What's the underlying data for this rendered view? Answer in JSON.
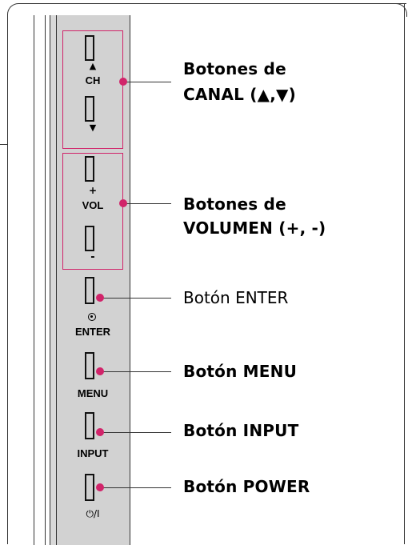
{
  "callouts": {
    "channel": {
      "line1": "Botones de",
      "line2": "CANAL (▲,▼)"
    },
    "volume": {
      "line1": "Botones de",
      "line2": "VOLUMEN (+, -)"
    },
    "enter": "Botón ENTER",
    "menu": "Botón MENU",
    "input": "Botón INPUT",
    "power": "Botón POWER"
  },
  "panel": {
    "channel_up_arrow": "▲",
    "channel_label": "CH",
    "channel_down_arrow": "▼",
    "volume_plus": "+",
    "volume_label": "VOL",
    "volume_minus": "-",
    "enter_label": "ENTER",
    "menu_label": "MENU",
    "input_label": "INPUT",
    "power_label": "⏻/I"
  },
  "colors": {
    "accent": "#d1246a",
    "panel_gray": "#d2d2d2",
    "line": "#333333"
  }
}
